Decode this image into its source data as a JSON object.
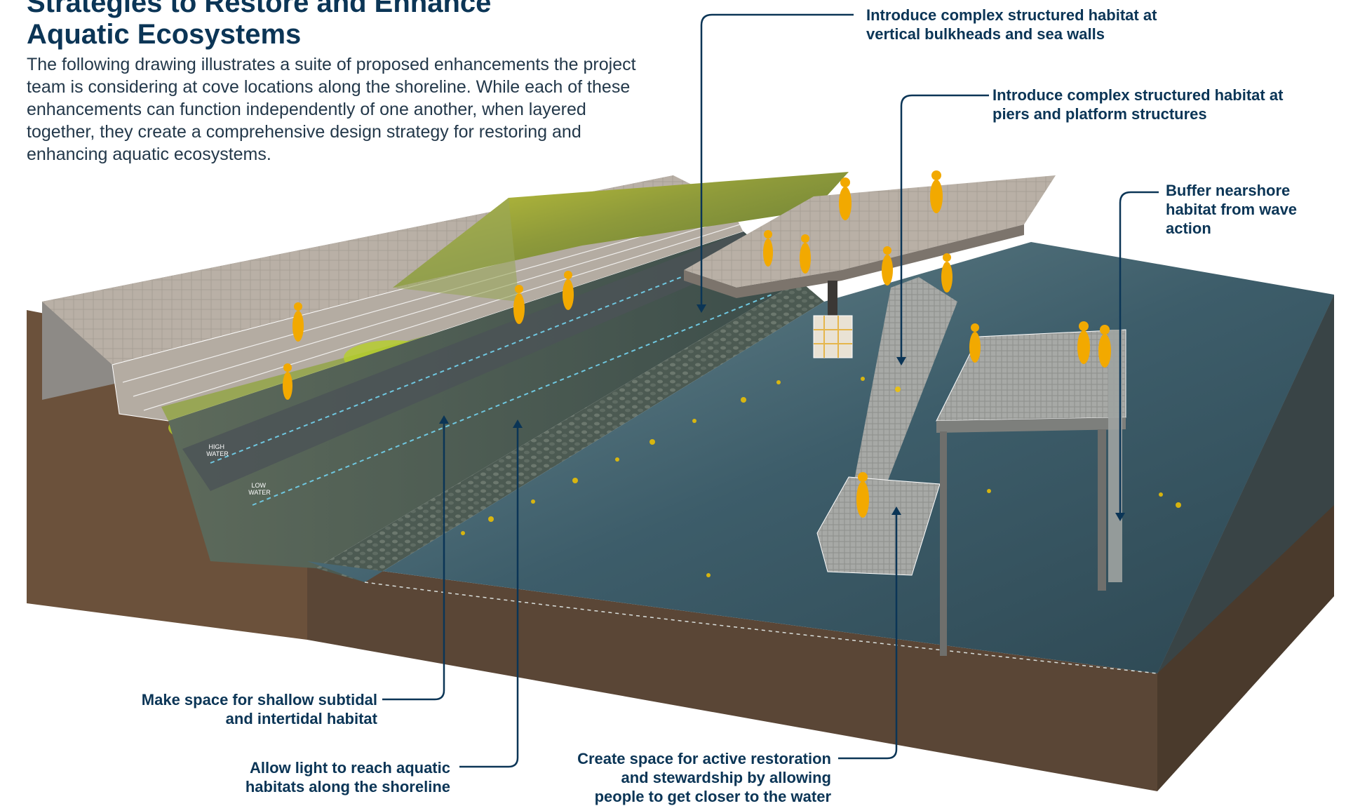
{
  "heading": {
    "title_line1": "Strategies to Restore and Enhance",
    "title_line2": "Aquatic Ecosystems"
  },
  "intro": {
    "text": "The following drawing illustrates a suite of proposed enhancements the project team is considering at cove locations along the shoreline. While each of these enhancements can function independently of one another, when layered together, they create a comprehensive design strategy for restoring and enhancing aquatic ecosystems."
  },
  "diagram_labels": {
    "high_water_line1": "HIGH",
    "high_water_line2": "WATER",
    "low_water_line1": "LOW",
    "low_water_line2": "WATER"
  },
  "callouts": {
    "bulkheads": {
      "line1": "Introduce complex structured habitat at",
      "line2": "vertical bulkheads and sea walls"
    },
    "piers": {
      "line1": "Introduce complex structured habitat at",
      "line2": "piers and platform structures"
    },
    "buffer": {
      "line1": "Buffer nearshore",
      "line2": "habitat from wave",
      "line3": "action"
    },
    "shallow": {
      "line1": "Make space for shallow subtidal",
      "line2": "and intertidal habitat"
    },
    "light": {
      "line1": "Allow light to reach aquatic",
      "line2": "habitats along the shoreline"
    },
    "restoration": {
      "line1": "Create space for active restoration",
      "line2": "and stewardship by allowing",
      "line3": "people to get closer to the water"
    }
  },
  "colors": {
    "callout_text": "#0b3556",
    "leader_line": "#0b3556",
    "water": "#3d5d6a",
    "soil": "#5a4636",
    "people": "#f2a900",
    "vegetation": "#b6cf2a"
  }
}
